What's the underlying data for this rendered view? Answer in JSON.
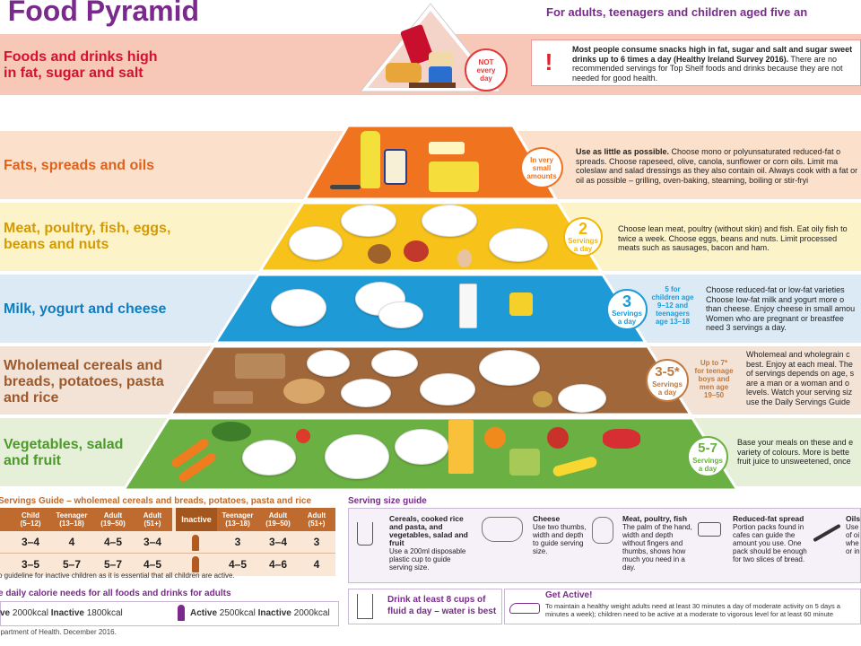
{
  "header": {
    "title_prefix": "e ",
    "title": "Food Pyramid",
    "subtitle": "For adults, teenagers and children aged five an"
  },
  "colors": {
    "purple": "#7a2a8c",
    "top_shelf": "#f7c8b8",
    "fats": "#fbe0cc",
    "meat": "#fdf3c9",
    "milk": "#dbeaf5",
    "cereals": "#f3e3d7",
    "veg": "#e6efd8"
  },
  "bands": [
    {
      "id": "top-shelf",
      "label": "Foods and drinks high in fat, sugar and salt",
      "badge_lines": [
        "NOT",
        "every",
        "day"
      ],
      "warning_mark": "!",
      "text_bold": "Most people consume snacks high in fat, sugar and salt and sugar sweet drinks up to 6 times a day (Healthy Ireland Survey 2016).",
      "text": " There are no recommended servings for Top Shelf foods and drinks because they are not needed for good health."
    },
    {
      "id": "fats",
      "label": "Fats, spreads and oils",
      "badge_lines": [
        "In very",
        "small",
        "amounts"
      ],
      "text_bold": "Use as little as possible.",
      "text": " Choose mono or polyunsaturated reduced-fat o spreads. Choose rapeseed, olive, canola, sunflower or corn oils. Limit ma coleslaw and salad dressings as they also contain oil. Always cook with a fat or oil as possible – grilling, oven-baking, steaming, boiling or stir-fryi"
    },
    {
      "id": "meat",
      "label": "Meat, poultry, fish, eggs, beans and nuts",
      "badge_big": "2",
      "badge_lines": [
        "Servings",
        "a day"
      ],
      "text_bold": "",
      "text": "Choose lean meat, poultry (without skin) and fish. Eat oily fish to twice a week. Choose eggs, beans and nuts. Limit processed meats such as sausages, bacon and ham."
    },
    {
      "id": "milk",
      "label": "Milk, yogurt and cheese",
      "badge_big": "3",
      "badge_lines": [
        "Servings",
        "a day"
      ],
      "note_lines": [
        "5 for",
        "children age",
        "9–12 and",
        "teenagers",
        "age 13–18"
      ],
      "text_bold": "",
      "text": "Choose reduced-fat or low-fat varieties Choose low-fat milk and yogurt more o than cheese. Enjoy cheese in small amou Women who are pregnant or breastfee need 3 servings a day."
    },
    {
      "id": "cereals",
      "label": "Wholemeal cereals and breads, potatoes, pasta and rice",
      "badge_big": "3-5*",
      "badge_lines": [
        "Servings",
        "a day"
      ],
      "note_lines": [
        "Up to 7*",
        "for teenage",
        "boys and",
        "men age",
        "19–50"
      ],
      "text_bold": "",
      "text": "Wholemeal and wholegrain c best. Enjoy at each meal. The of servings depends on age, s are a man or a woman and o levels. Watch your serving siz use the Daily Servings Guide"
    },
    {
      "id": "veg",
      "label": "Vegetables, salad and fruit",
      "badge_big": "5-7",
      "badge_lines": [
        "Servings",
        "a day"
      ],
      "text_bold": "",
      "text": "Base your meals on these and e variety of colours. More is bette fruit juice to unsweetened, once"
    }
  ],
  "servings_guide": {
    "title": "Servings Guide – wholemeal cereals and breads, potatoes, pasta and rice",
    "active_headers": [
      {
        "line1": "Child",
        "line2": "(5–12)"
      },
      {
        "line1": "Teenager",
        "line2": "(13–18)"
      },
      {
        "line1": "Adult",
        "line2": "(19–50)"
      },
      {
        "line1": "Adult",
        "line2": "(51+)"
      }
    ],
    "inactive_label": "Inactive",
    "inactive_headers": [
      {
        "line1": "Teenager",
        "line2": "(13–18)"
      },
      {
        "line1": "Adult",
        "line2": "(19–50)"
      },
      {
        "line1": "Adult",
        "line2": "(51+)"
      }
    ],
    "rows": [
      {
        "active": [
          "3–4",
          "4",
          "4–5",
          "3–4"
        ],
        "inactive": [
          "3",
          "3–4",
          "3"
        ]
      },
      {
        "active": [
          "3–5",
          "5–7",
          "5–7",
          "4–5"
        ],
        "inactive": [
          "4–5",
          "4–6",
          "4"
        ]
      }
    ],
    "note": "o guideline for inactive children as it is essential that all children are active."
  },
  "calories": {
    "title": "e daily calorie needs for all foods and drinks for adults",
    "female": {
      "active_label": "ve",
      "active_value": "2000kcal",
      "inactive_label": "Inactive",
      "inactive_value": "1800kcal"
    },
    "male": {
      "active_label": "Active",
      "active_value": "2500kcal",
      "inactive_label": "Inactive",
      "inactive_value": "2000kcal"
    }
  },
  "serving_size_guide": {
    "title": "Serving size guide",
    "items": [
      {
        "title": "Cereals, cooked rice and pasta, and vegetables, salad and fruit",
        "text": "Use a 200ml disposable plastic cup to guide serving size.",
        "icon": "cup-icon"
      },
      {
        "title": "Cheese",
        "text": "Use two thumbs, width and depth to guide serving size.",
        "icon": "hands-icon"
      },
      {
        "title": "Meat, poultry, fish",
        "text": "The palm of the hand, width and depth without fingers and thumbs, shows how much you need in a day.",
        "icon": "palm-icon"
      },
      {
        "title": "Reduced-fat spread",
        "text": "Portion packs found in cafes can guide the amount you use. One pack should be enough for two slices of bread.",
        "icon": "spread-pack-icon"
      },
      {
        "title": "Oils",
        "text": "Use of oi whe or in",
        "icon": "spoon-icon"
      }
    ]
  },
  "drink": {
    "text": "Drink at least 8 cups of fluid a day – water is best"
  },
  "active": {
    "title": "Get Active!",
    "text": "To maintain a healthy weight adults need at least 30 minutes a day of moderate activity on 5 days a minutes a week); children need to be active at a moderate to vigorous level for at least 60 minute"
  },
  "footer": "epartment of Health. December 2016."
}
